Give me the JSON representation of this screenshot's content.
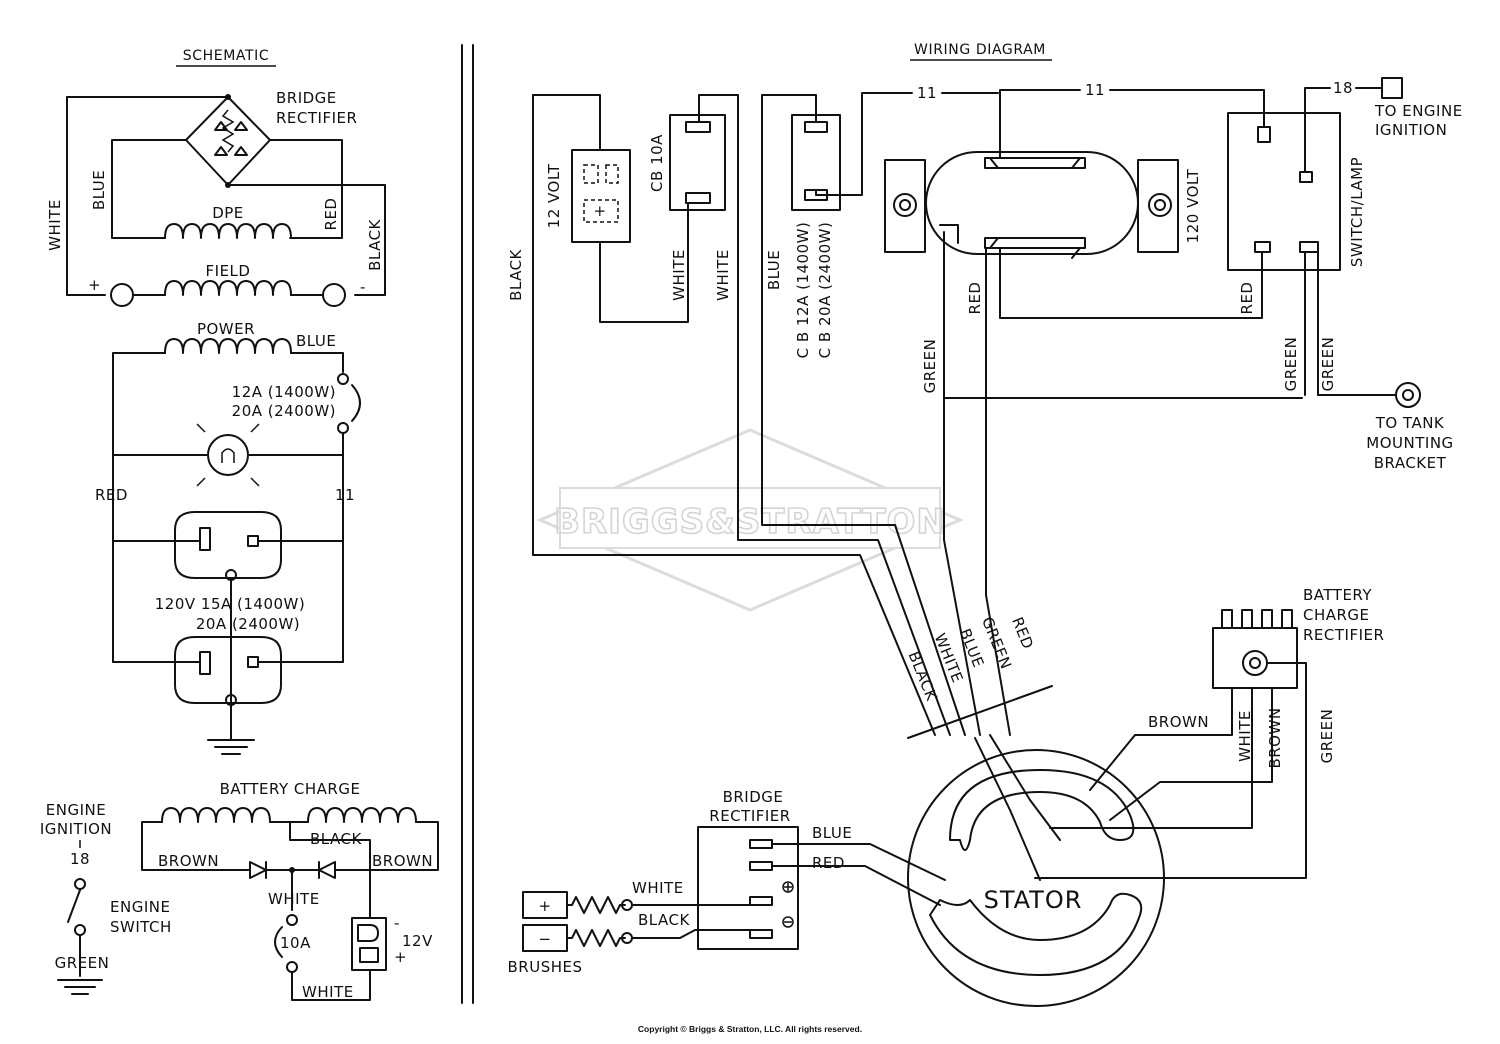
{
  "diagram_title_left": "SCHEMATIC",
  "diagram_title_right": "WIRING DIAGRAM",
  "watermark": "BRIGGS&STRATTON",
  "copyright": "Copyright © Briggs & Stratton, LLC. All rights reserved.",
  "schematic": {
    "bridge_rectifier": [
      "BRIDGE",
      "RECTIFIER"
    ],
    "dpe": "DPE",
    "field": "FIELD",
    "power": "POWER",
    "breaker": [
      "12A (1400W)",
      "20A (2400W)"
    ],
    "receptacle": [
      "120V 15A (1400W)",
      "20A (2400W)"
    ],
    "battery_charge": "BATTERY CHARGE",
    "engine_ignition": [
      "ENGINE",
      "IGNITION"
    ],
    "engine_switch": [
      "ENGINE",
      "SWITCH"
    ],
    "wire_18": "18",
    "wire_11": "11",
    "plus": "+",
    "minus": "-",
    "fuse": "10A",
    "volt": "12V",
    "colors": {
      "white": "WHITE",
      "blue": "BLUE",
      "red": "RED",
      "black": "BLACK",
      "brown": "BROWN",
      "green": "GREEN"
    }
  },
  "wiring": {
    "twelve_volt": "12 VOLT",
    "cb_10a": "CB 10A",
    "cb_12a": "C B  12A (1400W)",
    "cb_20a": "C B  20A (2400W)",
    "one_twenty_volt": "120 VOLT",
    "switch_lamp": "SWITCH/LAMP",
    "to_engine_ignition": [
      "TO ENGINE",
      "IGNITION"
    ],
    "to_tank": [
      "TO TANK",
      "MOUNTING",
      "BRACKET"
    ],
    "battery_charge_rectifier": [
      "BATTERY",
      "CHARGE",
      "RECTIFIER"
    ],
    "bridge_rectifier": [
      "BRIDGE",
      "RECTIFIER"
    ],
    "brushes": "BRUSHES",
    "stator": "STATOR",
    "wire_11": "11",
    "wire_18": "18",
    "plus": "+",
    "minus": "−",
    "colors": {
      "black": "BLACK",
      "white": "WHITE",
      "blue": "BLUE",
      "green": "GREEN",
      "red": "RED",
      "brown": "BROWN"
    }
  }
}
